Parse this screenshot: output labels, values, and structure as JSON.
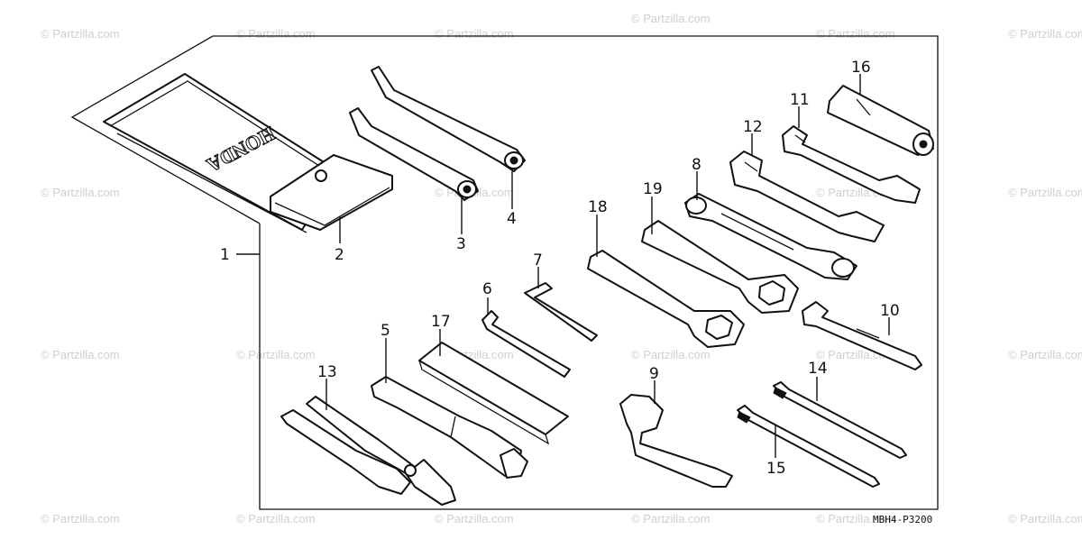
{
  "diagram": {
    "drawing_code": "MBH4-P3200",
    "pouch_brand": "HONDA",
    "watermark": "© Partzilla.com",
    "callouts": [
      "1",
      "2",
      "3",
      "4",
      "5",
      "6",
      "7",
      "8",
      "9",
      "10",
      "11",
      "12",
      "13",
      "14",
      "15",
      "16",
      "17",
      "18",
      "19"
    ]
  }
}
